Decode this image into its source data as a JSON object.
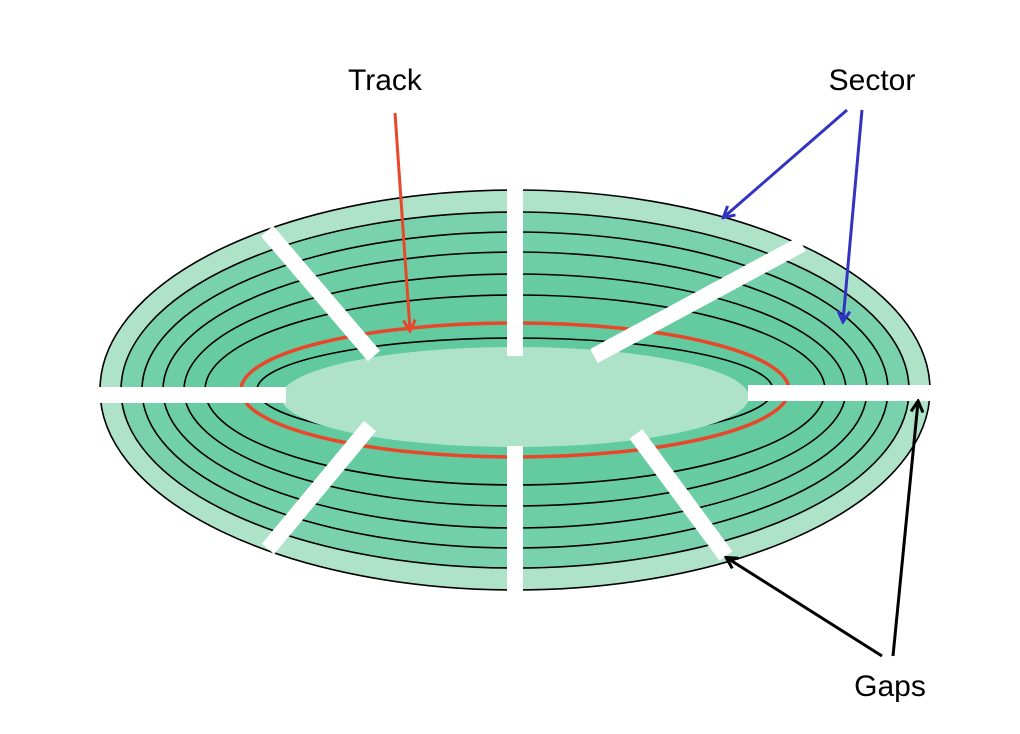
{
  "labels": {
    "track": "Track",
    "sector": "Sector",
    "gaps": "Gaps"
  },
  "colors": {
    "track_highlight": "#e8472a",
    "sector_arrow": "#3333c2",
    "gaps_arrow": "#000000",
    "band_light": "#aee3ca",
    "band_dark": "#61c99f",
    "gap": "#ffffff"
  }
}
